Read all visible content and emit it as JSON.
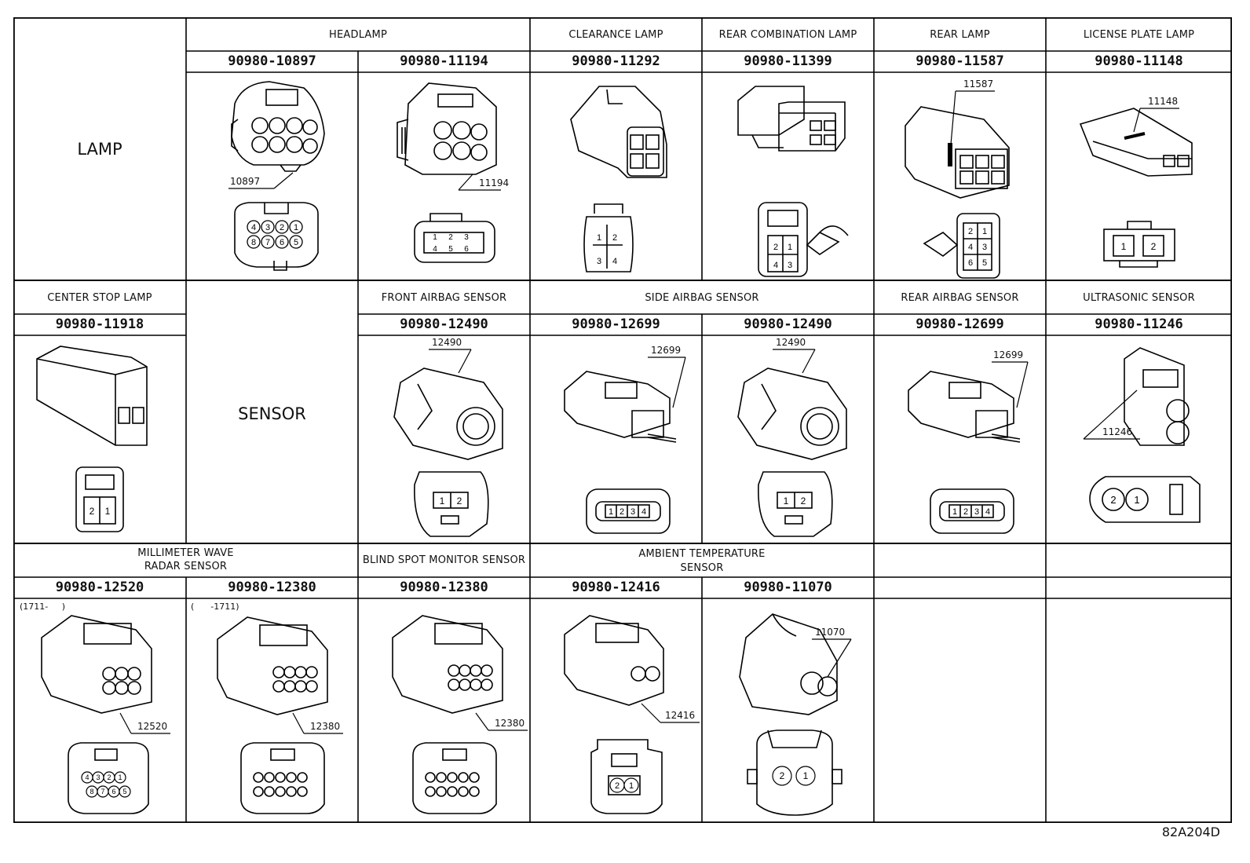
{
  "figure_id": "82A204D",
  "categories": {
    "lamp": "LAMP",
    "sensor": "SENSOR"
  },
  "headers": {
    "headlamp": "HEADLAMP",
    "clearance_lamp": "CLEARANCE LAMP",
    "rear_combination_lamp": "REAR COMBINATION LAMP",
    "rear_lamp": "REAR LAMP",
    "license_plate_lamp": "LICENSE PLATE LAMP",
    "center_stop_lamp": "CENTER STOP LAMP",
    "front_airbag_sensor": "FRONT AIRBAG SENSOR",
    "side_airbag_sensor": "SIDE AIRBAG SENSOR",
    "rear_airbag_sensor": "REAR AIRBAG SENSOR",
    "ultrasonic_sensor": "ULTRASONIC SENSOR",
    "mmw_radar_line1": "MILLIMETER WAVE",
    "mmw_radar_line2": "RADAR SENSOR",
    "blind_spot_monitor": "BLIND SPOT MONITOR SENSOR",
    "ambient_temp_line1": "AMBIENT TEMPERATURE",
    "ambient_temp_line2": "SENSOR"
  },
  "part_numbers": {
    "hl1": "90980-10897",
    "hl2": "90980-11194",
    "cl": "90980-11292",
    "rc": "90980-11399",
    "rl": "90980-11587",
    "lp": "90980-11148",
    "cs": "90980-11918",
    "fa": "90980-12490",
    "sa1": "90980-12699",
    "sa2": "90980-12490",
    "ra": "90980-12699",
    "us": "90980-11246",
    "mw1": "90980-12520",
    "mw2": "90980-12380",
    "bs": "90980-12380",
    "at1": "90980-12416",
    "at2": "90980-11070"
  },
  "callouts": {
    "hl1": "10897",
    "hl2": "11194",
    "rl": "11587",
    "lp": "11148",
    "fa": "12490",
    "sa1": "12699",
    "sa2": "12490",
    "ra": "12699",
    "us": "11246",
    "mw1": "12520",
    "mw2": "12380",
    "bs": "12380",
    "at1": "12416",
    "at2": "11070"
  },
  "notes": {
    "mw1": "(1711-     )",
    "mw2": "(      -1711)"
  },
  "pins": {
    "hl1": [
      "4",
      "3",
      "2",
      "1",
      "8",
      "7",
      "6",
      "5"
    ],
    "hl2": [
      "1",
      "2",
      "3",
      "4",
      "5",
      "6"
    ],
    "cl": [
      "1",
      "2",
      "3",
      "4"
    ],
    "rc": [
      "2",
      "1",
      "4",
      "3"
    ],
    "rl": [
      "2",
      "1",
      "4",
      "3",
      "6",
      "5"
    ],
    "lp": [
      "1",
      "2"
    ],
    "cs": [
      "2",
      "1"
    ],
    "fa": [
      "1",
      "2"
    ],
    "sa1": [
      "1",
      "2",
      "3",
      "4"
    ],
    "sa2": [
      "1",
      "2"
    ],
    "ra": [
      "1",
      "2",
      "3",
      "4"
    ],
    "us": [
      "2",
      "1"
    ],
    "mw1": [
      "4",
      "3",
      "2",
      "1",
      "8",
      "7",
      "6",
      "5"
    ],
    "at1": [
      "2",
      "1"
    ],
    "at2": [
      "2",
      "1"
    ]
  }
}
